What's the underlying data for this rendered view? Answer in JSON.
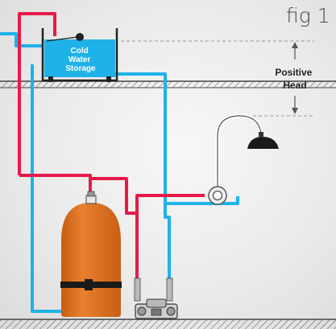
{
  "figure": {
    "label": "fig 1"
  },
  "tank": {
    "label_lines": [
      "Cold",
      "Water",
      "Storage"
    ]
  },
  "positive_head": {
    "label_lines": [
      "Positive",
      "Head"
    ]
  },
  "colors": {
    "hot_pipe": "#e8194a",
    "cold_pipe": "#1fb2e8",
    "water": "#1fb2e8",
    "cylinder": "#e0701e",
    "background": "#eeeeee",
    "floor_hatch": "#555555",
    "dark": "#222222"
  },
  "icons": [
    "cold-water-tank-icon",
    "float-valve-icon",
    "hot-water-cylinder-icon",
    "shower-mixer-valve-icon",
    "shower-head-icon",
    "shower-pump-icon",
    "dimension-arrow-icon"
  ]
}
